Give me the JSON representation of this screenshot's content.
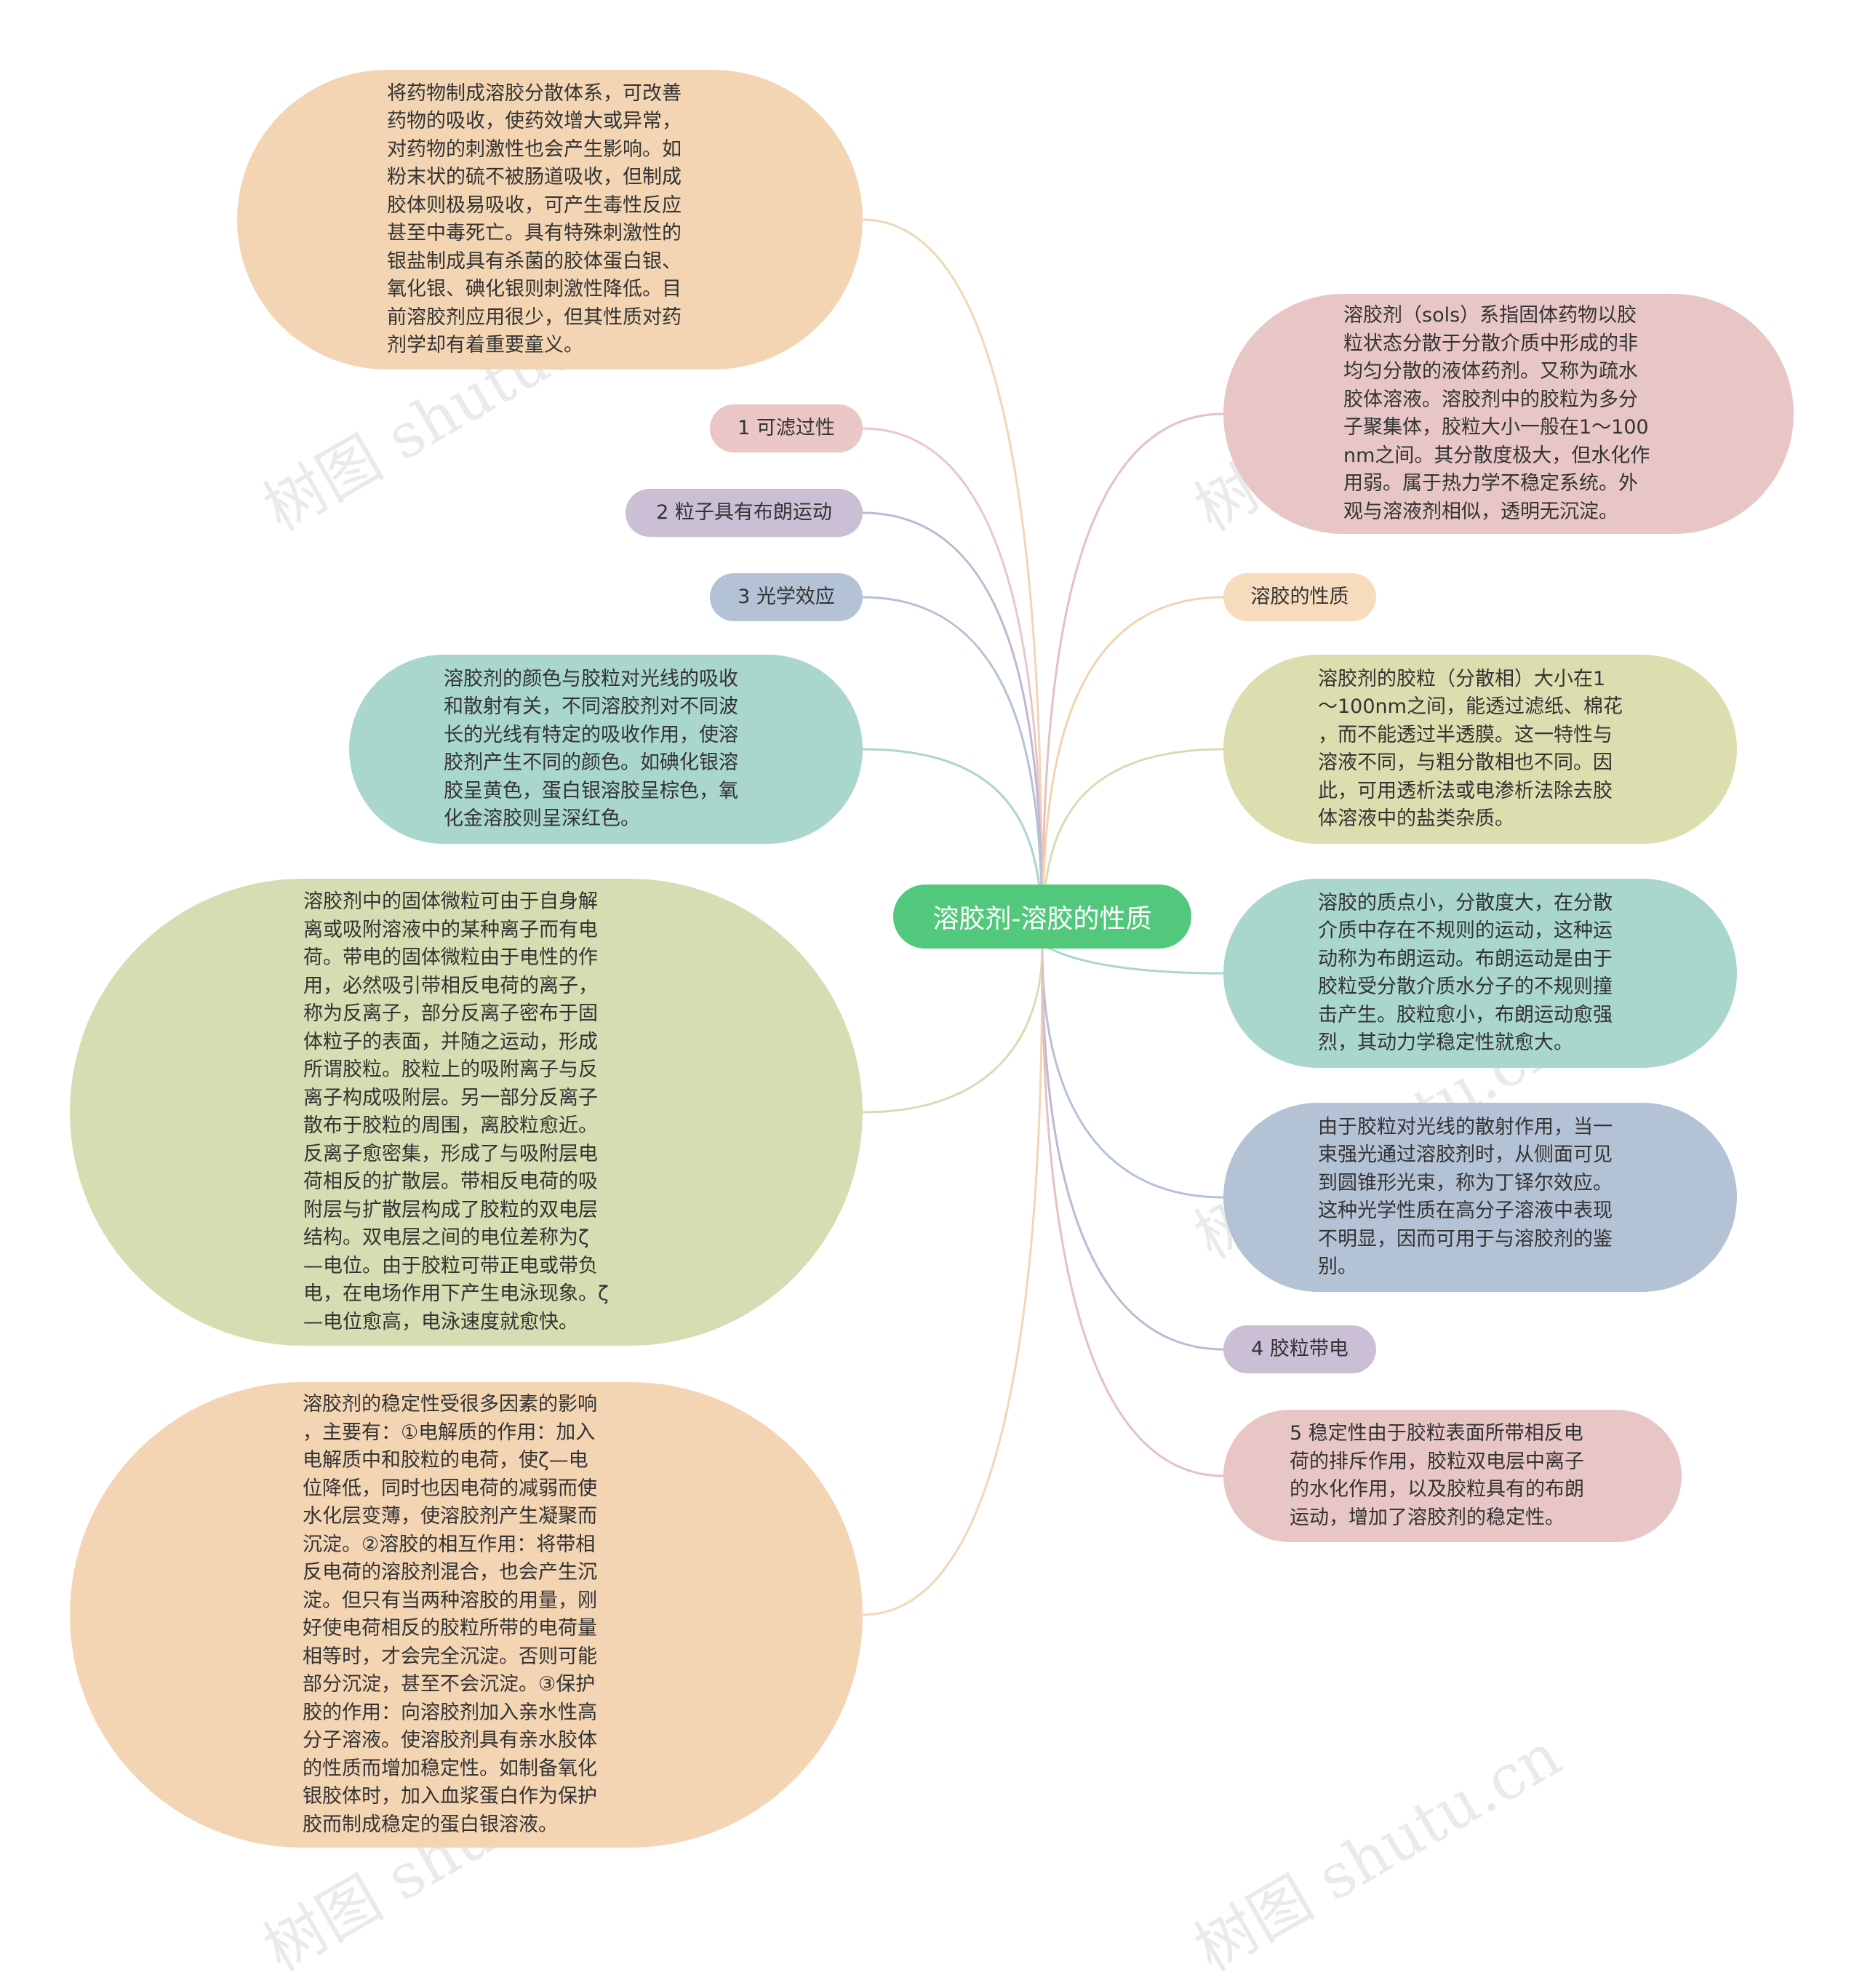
{
  "root": {
    "label": "溶胶剂-溶胶的性质",
    "color": "#52c87c"
  },
  "watermark": "树图 shutu.cn",
  "nodes": [
    {
      "id": "medicinal",
      "color": "#f3d5b4",
      "line": "#f0d7b8",
      "text": "将药物制成溶胶分散体系，可改善\n药物的吸收，使药效增大或异常，\n对药物的刺激性也会产生影响。如\n粉末状的硫不被肠道吸收，但制成\n胶体则极易吸收，可产生毒性反应\n甚至中毒死亡。具有特殊刺激性的\n银盐制成具有杀菌的胶体蛋白银、\n氧化银、碘化银则刺激性降低。目\n前溶胶剂应用很少，但其性质对药\n剂学却有着重要童义。"
    },
    {
      "id": "filter",
      "color": "#ebc6c6",
      "line": "#ebc6c6",
      "text": "1 可滤过性"
    },
    {
      "id": "brownian",
      "color": "#cbbfd6",
      "line": "#c3b6d1",
      "text": "2 粒子具有布朗运动"
    },
    {
      "id": "optical",
      "color": "#b4c2d6",
      "line": "#b4c2d6",
      "text": "3 光学效应"
    },
    {
      "id": "color",
      "color": "#a9d6cd",
      "line": "#a9d6cd",
      "text": "溶胶剂的颜色与胶粒对光线的吸收\n和散射有关，不同溶胶剂对不同波\n长的光线有特定的吸收作用，使溶\n胶剂产生不同的颜色。如碘化银溶\n胶呈黄色，蛋白银溶胶呈棕色，氧\n化金溶胶则呈深红色。"
    },
    {
      "id": "charge-detail",
      "color": "#d8dcb2",
      "line": "#d8dcb2",
      "text": "溶胶剂中的固体微粒可由于自身解\n离或吸附溶液中的某种离子而有电\n荷。带电的固体微粒由于电性的作\n用，必然吸引带相反电荷的离子，\n称为反离子，部分反离子密布于固\n体粒子的表面，并随之运动，形成\n所谓胶粒。胶粒上的吸附离子与反\n离子构成吸附层。另一部分反离子\n散布于胶粒的周围，离胶粒愈近。\n反离子愈密集，形成了与吸附层电\n荷相反的扩散层。带相反电荷的吸\n附层与扩散层构成了胶粒的双电层\n结构。双电层之间的电位差称为ζ\n—电位。由于胶粒可带正电或带负\n电，在电场作用下产生电泳现象。ζ\n—电位愈高，电泳速度就愈快。"
    },
    {
      "id": "stability-detail",
      "color": "#f3d5b4",
      "line": "#f0d7b8",
      "text": "溶胶剂的稳定性受很多因素的影响\n，主要有：①电解质的作用：加入\n电解质中和胶粒的电荷，使ζ—电\n位降低，同时也因电荷的减弱而使\n水化层变薄，使溶胶剂产生凝聚而\n沉淀。②溶胶的相互作用：将带相\n反电荷的溶胶剂混合，也会产生沉\n淀。但只有当两种溶胶的用量，刚\n好使电荷相反的胶粒所带的电荷量\n相等时，才会完全沉淀。否则可能\n部分沉淀，甚至不会沉淀。③保护\n胶的作用：向溶胶剂加入亲水性高\n分子溶液。使溶胶剂具有亲水胶体\n的性质而增加稳定性。如制备氧化\n银胶体时，加入血浆蛋白作为保护\n胶而制成稳定的蛋白银溶液。"
    },
    {
      "id": "definition",
      "color": "#e8c6c6",
      "line": "#e6c1c1",
      "text": "溶胶剂（sols）系指固体药物以胶\n粒状态分散于分散介质中形成的非\n均匀分散的液体药剂。又称为疏水\n胶体溶液。溶胶剂中的胶粒为多分\n子聚集体，胶粒大小一般在1～100\nnm之间。其分散度极大，但水化作\n用弱。属于热力学不稳定系统。外\n观与溶液剂相似，透明无沉淀。"
    },
    {
      "id": "properties",
      "color": "#f6dcbd",
      "line": "#f3d3ad",
      "text": "溶胶的性质"
    },
    {
      "id": "size",
      "color": "#dcdeaf",
      "line": "#d8dcb2",
      "text": "溶胶剂的胶粒（分散相）大小在1\n～100nm之间，能透过滤纸、棉花\n，而不能透过半透膜。这一特性与\n溶液不同，与粗分散相也不同。因\n此，可用透析法或电渗析法除去胶\n体溶液中的盐类杂质。"
    },
    {
      "id": "motion",
      "color": "#a9d6cd",
      "line": "#a9d6cd",
      "text": "溶胶的质点小，分散度大，在分散\n介质中存在不规则的运动，这种运\n动称为布朗运动。布朗运动是由于\n胶粒受分散介质水分子的不规则撞\n击产生。胶粒愈小，布朗运动愈强\n烈，其动力学稳定性就愈大。"
    },
    {
      "id": "tyndall",
      "color": "#b4c2d6",
      "line": "#b4c2d6",
      "text": "由于胶粒对光线的散射作用，当一\n束强光通过溶胶剂时，从侧面可见\n到圆锥形光束，称为丁铎尔效应。\n这种光学性质在高分子溶液中表现\n不明显，因而可用于与溶胶剂的鉴\n别。"
    },
    {
      "id": "charged",
      "color": "#cbbfd6",
      "line": "#c3b6d1",
      "text": "4 胶粒带电"
    },
    {
      "id": "stability",
      "color": "#e8c6c6",
      "line": "#e6c1c1",
      "text": "5 稳定性由于胶粒表面所带相反电\n荷的排斥作用，胶粒双电层中离子\n的水化作用，以及胶粒具有的布朗\n运动，增加了溶胶剂的稳定性。"
    }
  ]
}
